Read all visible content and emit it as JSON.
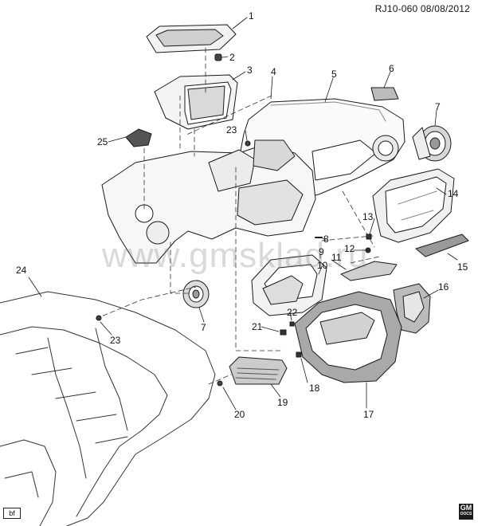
{
  "header": {
    "code": "RJ10-060 08/08/2012"
  },
  "watermark": "www.gmsklad.ru",
  "footer": {
    "left_tag": "bf",
    "logo_top": "GM",
    "logo_bottom": "OOCS"
  },
  "callouts": [
    "1",
    "2",
    "3",
    "4",
    "5",
    "6",
    "7",
    "23",
    "25",
    "14",
    "13",
    "8",
    "12",
    "9",
    "11",
    "10",
    "15",
    "16",
    "22",
    "7",
    "24",
    "23",
    "21",
    "18",
    "17",
    "19",
    "20"
  ],
  "colors": {
    "ink": "#1a1a1a",
    "shade": "#777777",
    "watermark": "#888888"
  }
}
